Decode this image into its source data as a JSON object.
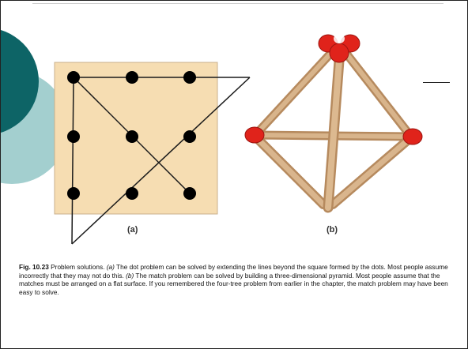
{
  "figure": {
    "label_a": "(a)",
    "label_b": "(b)"
  },
  "caption": {
    "number": "Fig. 10.23",
    "title": "Problem solutions.",
    "part_a_marker": "(a)",
    "part_a_text": "The dot problem can be solved by extending the lines beyond the square formed by the dots. Most people assume incorrectly that they may not do this.",
    "part_b_marker": "(b)",
    "part_b_text": "The match problem can be solved by building a three-dimensional pyramid. Most people assume that the matches must be arranged on a flat surface. If you remembered the four-tree problem from earlier in the chapter, the match problem may have been easy to solve."
  },
  "colors": {
    "circle_dark": "#0d6466",
    "circle_light": "#a3cfcf",
    "square_fill": "#f6ddb2",
    "match_wood": "#cfa77c",
    "match_head": "#e0231b"
  }
}
